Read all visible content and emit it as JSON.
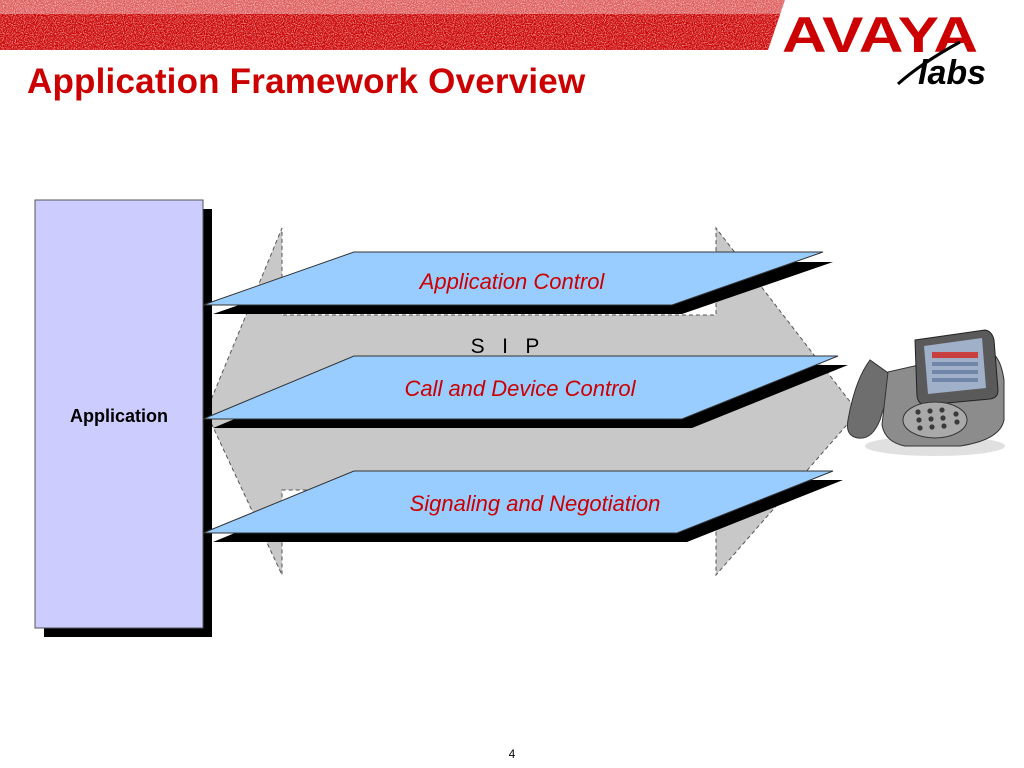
{
  "slide": {
    "title": "Application Framework Overview",
    "page_number": "4"
  },
  "logo": {
    "brand": "AVAYA",
    "sub": "labs",
    "color": "#cc0000"
  },
  "diagram": {
    "application_label": "Application",
    "protocol_label": "S   I   P",
    "layers": [
      {
        "label": "Application Control"
      },
      {
        "label": "Call and Device Control"
      },
      {
        "label": "Signaling and Negotiation"
      }
    ],
    "device_icon": "ip-phone-icon"
  },
  "colors": {
    "accent": "#cc0000",
    "application_box": "#ccccff",
    "layer_fill": "#99ccff",
    "arrow_fill": "#c8c8c8"
  }
}
